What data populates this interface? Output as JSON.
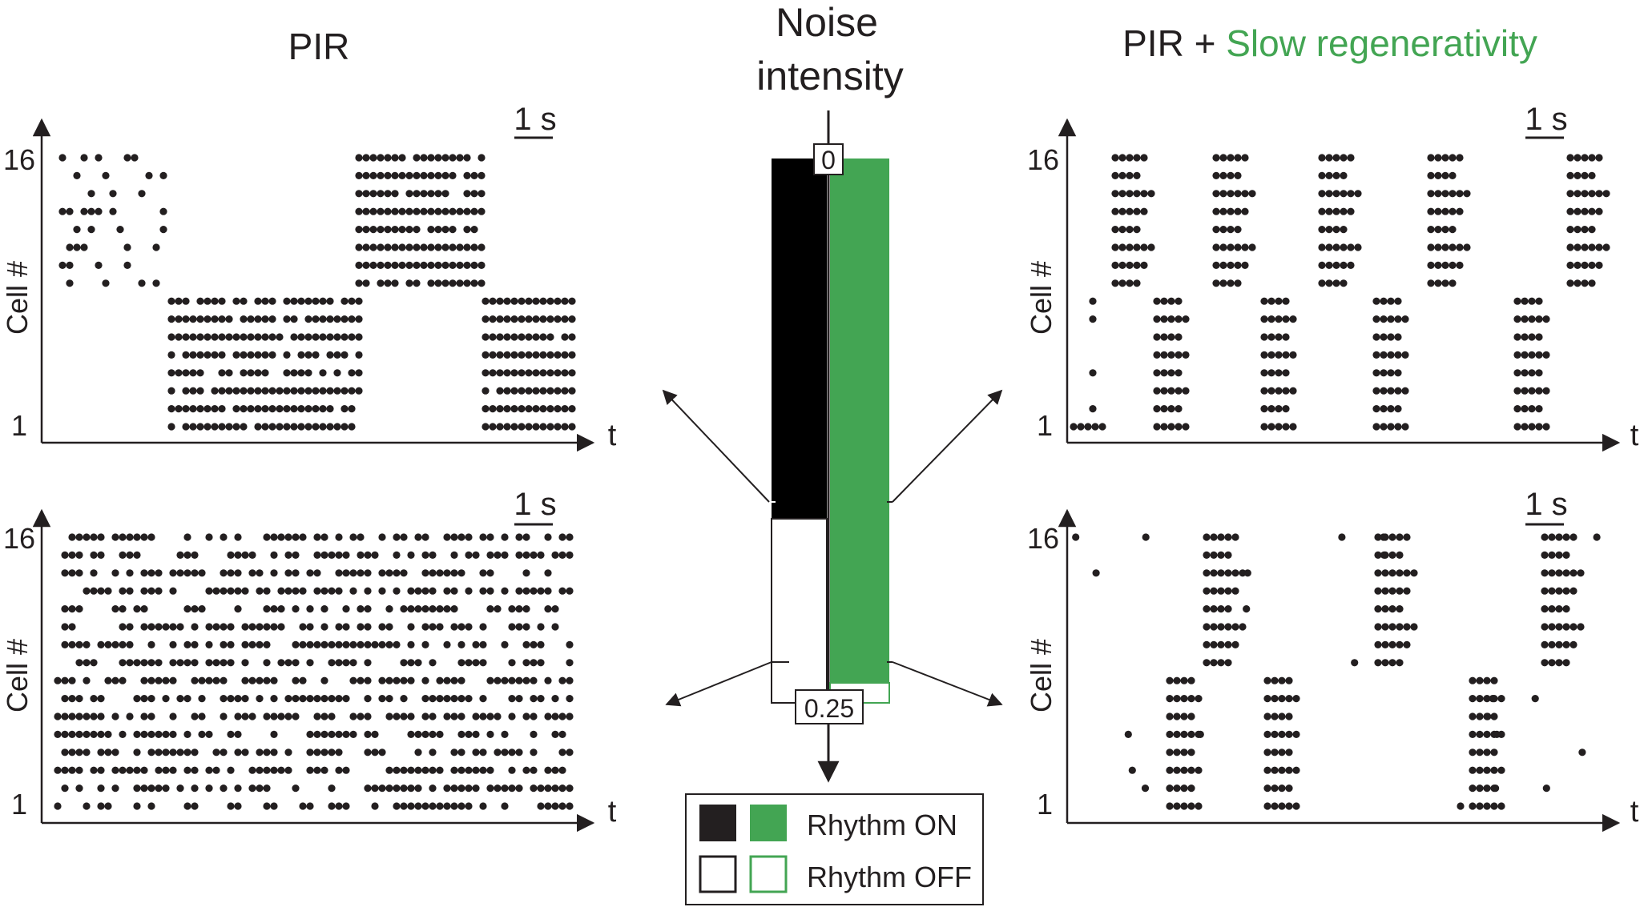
{
  "titles": {
    "left": "PIR",
    "right_prefix": "PIR + ",
    "right_highlight": "Slow regenerativity",
    "center_line1": "Noise",
    "center_line2": "intensity"
  },
  "colors": {
    "ink": "#231f20",
    "green": "#43a553",
    "black": "#000000"
  },
  "scale_bar_label": "1 s",
  "y_axis_label": "Cell #",
  "x_axis_label": "t",
  "y_tick_top": "16",
  "y_tick_bottom": "1",
  "noise_scale": {
    "top_label": "0",
    "bottom_label": "0.25",
    "min": 0,
    "max": 0.25,
    "pir_rhythm_on_until": 0.17,
    "pir_slow_regen_rhythm_on_until": 0.248
  },
  "legend": {
    "on_label": "Rhythm ON",
    "off_label": "Rhythm OFF"
  },
  "panels": {
    "pir_low_noise": {
      "pattern": "clustered groups of 8 cells alternating, slow switching",
      "rhythm": "on"
    },
    "pir_high_noise": {
      "pattern": "irregular spiking across all 16 cells",
      "rhythm": "off"
    },
    "regen_low_noise": {
      "pattern": "regular alternating bursts between cells 9-16 and 1-8",
      "rhythm": "on"
    },
    "regen_high_noise": {
      "pattern": "alternating bursts with scattered spikes",
      "rhythm": "on"
    }
  }
}
